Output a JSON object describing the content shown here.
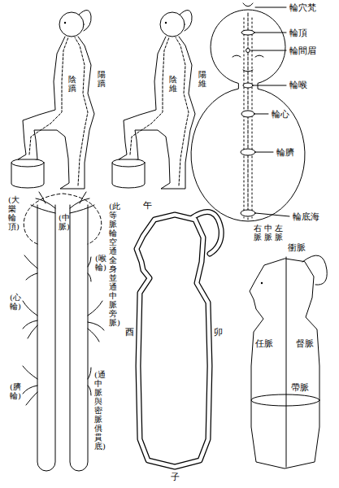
{
  "diagram": {
    "labels": [
      "陰蹻",
      "陽蹻",
      "陰維",
      "陽維",
      "輪穴梵",
      "輪頂",
      "輪間眉",
      "輪喉",
      "輪心",
      "輪臍",
      "輪底海",
      "右脈",
      "中脈",
      "左脈",
      "(大樂輪頂)",
      "(中脈)",
      "(此等脈輪空通全身並通中脈旁脈)",
      "(喉輪)",
      "(心輪)",
      "(臍輪)",
      "(通中脈與密脈俱貫底)",
      "午",
      "酉",
      "卯",
      "子",
      "衝脈",
      "任脈",
      "督脈",
      "帶脈"
    ]
  }
}
